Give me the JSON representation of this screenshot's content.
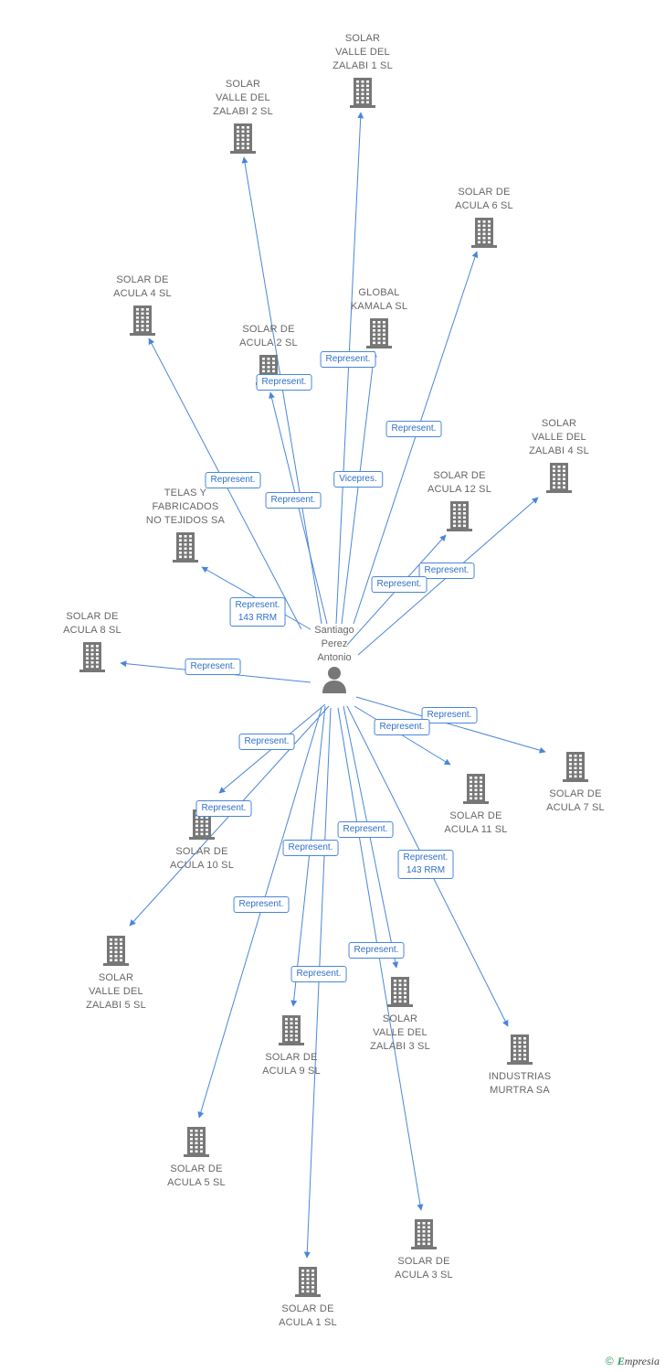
{
  "colors": {
    "edge": "#4a86d8",
    "icon": "#777777",
    "label": "#666666",
    "badge_text": "#2f6fc8"
  },
  "person": {
    "label": [
      "Santiago",
      "Perez",
      "Antonio"
    ],
    "icon": "person-icon"
  },
  "companies": [
    {
      "id": "zalabi1",
      "lines": [
        "SOLAR",
        "VALLE DEL",
        "ZALABI 1 SL"
      ],
      "icon": "building-icon"
    },
    {
      "id": "zalabi2",
      "lines": [
        "SOLAR",
        "VALLE DEL",
        "ZALABI 2 SL"
      ],
      "icon": "building-icon"
    },
    {
      "id": "acula6",
      "lines": [
        "SOLAR DE",
        "ACULA 6 SL"
      ],
      "icon": "building-icon"
    },
    {
      "id": "acula4",
      "lines": [
        "SOLAR DE",
        "ACULA 4 SL"
      ],
      "icon": "building-icon"
    },
    {
      "id": "global",
      "lines": [
        "GLOBAL",
        "KAMALA SL"
      ],
      "icon": "building-icon"
    },
    {
      "id": "acula2",
      "lines": [
        "SOLAR DE",
        "ACULA 2 SL"
      ],
      "icon": "building-icon"
    },
    {
      "id": "zalabi4",
      "lines": [
        "SOLAR",
        "VALLE DEL",
        "ZALABI 4 SL"
      ],
      "icon": "building-icon"
    },
    {
      "id": "acula12",
      "lines": [
        "SOLAR DE",
        "ACULA 12 SL"
      ],
      "icon": "building-icon"
    },
    {
      "id": "telas",
      "lines": [
        "TELAS Y",
        "FABRICADOS",
        "NO TEJIDOS SA"
      ],
      "icon": "building-icon"
    },
    {
      "id": "acula8",
      "lines": [
        "SOLAR DE",
        "ACULA 8 SL"
      ],
      "icon": "building-icon"
    },
    {
      "id": "acula7",
      "lines": [
        "SOLAR DE",
        "ACULA 7 SL"
      ],
      "icon": "building-icon"
    },
    {
      "id": "acula11",
      "lines": [
        "SOLAR DE",
        "ACULA 11 SL"
      ],
      "icon": "building-icon"
    },
    {
      "id": "acula10",
      "lines": [
        "SOLAR DE",
        "ACULA 10 SL"
      ],
      "icon": "building-icon"
    },
    {
      "id": "zalabi5",
      "lines": [
        "SOLAR",
        "VALLE DEL",
        "ZALABI 5 SL"
      ],
      "icon": "building-icon"
    },
    {
      "id": "zalabi3",
      "lines": [
        "SOLAR",
        "VALLE DEL",
        "ZALABI 3 SL"
      ],
      "icon": "building-icon"
    },
    {
      "id": "acula9",
      "lines": [
        "SOLAR DE",
        "ACULA 9 SL"
      ],
      "icon": "building-icon"
    },
    {
      "id": "murtra",
      "lines": [
        "INDUSTRIAS",
        "MURTRA SA"
      ],
      "icon": "building-icon"
    },
    {
      "id": "acula5",
      "lines": [
        "SOLAR DE",
        "ACULA 5 SL"
      ],
      "icon": "building-icon"
    },
    {
      "id": "acula3",
      "lines": [
        "SOLAR DE",
        "ACULA 3 SL"
      ],
      "icon": "building-icon"
    },
    {
      "id": "acula1",
      "lines": [
        "SOLAR DE",
        "ACULA 1 SL"
      ],
      "icon": "building-icon"
    }
  ],
  "relations": [
    {
      "target": "zalabi1",
      "label": [
        "Represent."
      ]
    },
    {
      "target": "zalabi2",
      "label": [
        "Represent."
      ]
    },
    {
      "target": "acula6",
      "label": [
        "Represent."
      ]
    },
    {
      "target": "acula4",
      "label": [
        "Represent."
      ]
    },
    {
      "target": "global",
      "label": [
        "Vicepres."
      ]
    },
    {
      "target": "acula2",
      "label": [
        "Represent."
      ]
    },
    {
      "target": "zalabi4",
      "label": [
        "Represent."
      ]
    },
    {
      "target": "acula12",
      "label": [
        "Represent."
      ]
    },
    {
      "target": "telas",
      "label": [
        "Represent.",
        "143 RRM"
      ]
    },
    {
      "target": "acula8",
      "label": [
        "Represent."
      ]
    },
    {
      "target": "acula7",
      "label": [
        "Represent."
      ]
    },
    {
      "target": "acula11",
      "label": [
        "Represent."
      ]
    },
    {
      "target": "acula10",
      "label": [
        "Represent."
      ]
    },
    {
      "target": "zalabi5",
      "label": [
        "Represent."
      ]
    },
    {
      "target": "zalabi3",
      "label": [
        "Represent."
      ]
    },
    {
      "target": "acula9",
      "label": [
        "Represent."
      ]
    },
    {
      "target": "murtra",
      "label": [
        "Represent.",
        "143 RRM"
      ]
    },
    {
      "target": "acula5",
      "label": [
        "Represent."
      ]
    },
    {
      "target": "acula3",
      "label": [
        "Represent."
      ]
    },
    {
      "target": "acula1",
      "label": [
        "Represent."
      ]
    }
  ],
  "brand": {
    "copyright": "©",
    "name_first": "E",
    "name_rest": "mpresia"
  }
}
